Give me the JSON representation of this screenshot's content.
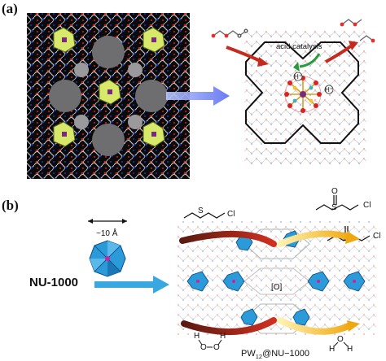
{
  "panel_a": {
    "label": "(a)",
    "catalysis_label": "acid catalysis",
    "proton_symbol": "H⁺"
  },
  "panel_b": {
    "label": "(b)",
    "mof_name": "NU-1000",
    "cluster_size": "~10 Å",
    "sulfide_cl": "Cl",
    "sulfide_s": "S",
    "sulfone_cl_top": "Cl",
    "sulfone_cl_mid": "Cl",
    "sulfone_o": "O",
    "sulfone_s": "S",
    "oxidant_label": "[O]",
    "peroxide_h1": "H",
    "peroxide_o1": "O",
    "peroxide_o2": "O",
    "peroxide_h2": "H",
    "water_h1": "H",
    "water_o": "O",
    "water_h2": "H",
    "composite_prefix": "PW",
    "composite_subscript": "12",
    "composite_suffix": "@NU−1000"
  },
  "colors": {
    "frame_bg": "#0b0b0b",
    "pore": "#6e6e70",
    "polyoxometalate": "#d8e86a",
    "keggin_blue": "#2a9ad8",
    "arrow_red": "#c42a1e",
    "arrow_blue": "#3aa8e0",
    "arrow_yellow": "#f2b31c",
    "octagon_line": "#111111"
  }
}
